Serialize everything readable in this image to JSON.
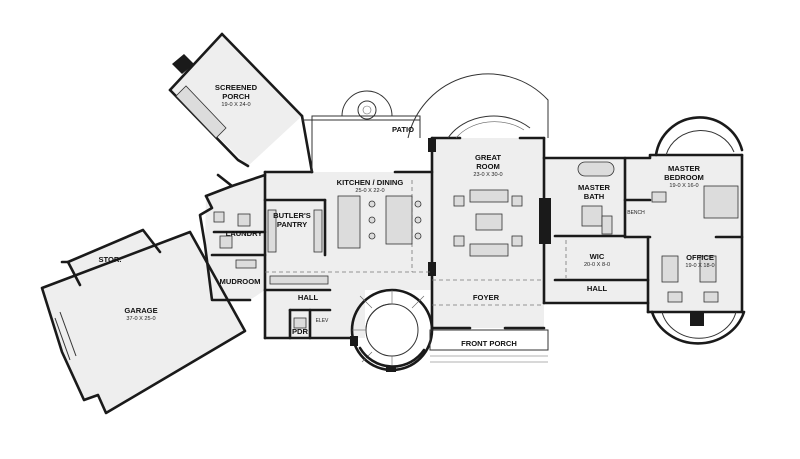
{
  "rooms": {
    "screened_porch": {
      "name": "SCREENED",
      "name2": "PORCH",
      "dim": "19-0 X 24-0"
    },
    "patio": {
      "name": "PATIO"
    },
    "great_room": {
      "name": "GREAT",
      "name2": "ROOM",
      "dim": "23-0 X 30-0"
    },
    "kitchen": {
      "name": "KITCHEN / DINING",
      "dim": "25-0 X 22-0"
    },
    "butlers_pantry": {
      "name": "BUTLER'S",
      "name2": "PANTRY"
    },
    "laundry": {
      "name": "LAUNDRY"
    },
    "mudroom": {
      "name": "MUDROOM"
    },
    "stor": {
      "name": "STOR."
    },
    "garage": {
      "name": "GARAGE",
      "dim": "37-0 X 25-0"
    },
    "hall_west": {
      "name": "HALL"
    },
    "pdr": {
      "name": "PDR"
    },
    "elev": {
      "name": "ELEV"
    },
    "foyer": {
      "name": "FOYER"
    },
    "front_porch": {
      "name": "FRONT PORCH"
    },
    "master_bath": {
      "name": "MASTER",
      "name2": "BATH"
    },
    "wic": {
      "name": "WIC",
      "dim": "20-0 X 8-0"
    },
    "hall_east": {
      "name": "HALL"
    },
    "master_bedroom": {
      "name": "MASTER",
      "name2": "BEDROOM",
      "dim": "19-0 X 16-0"
    },
    "office": {
      "name": "OFFICE",
      "dim": "19-0 X 18-0"
    },
    "bench": {
      "name": "BENCH"
    }
  }
}
